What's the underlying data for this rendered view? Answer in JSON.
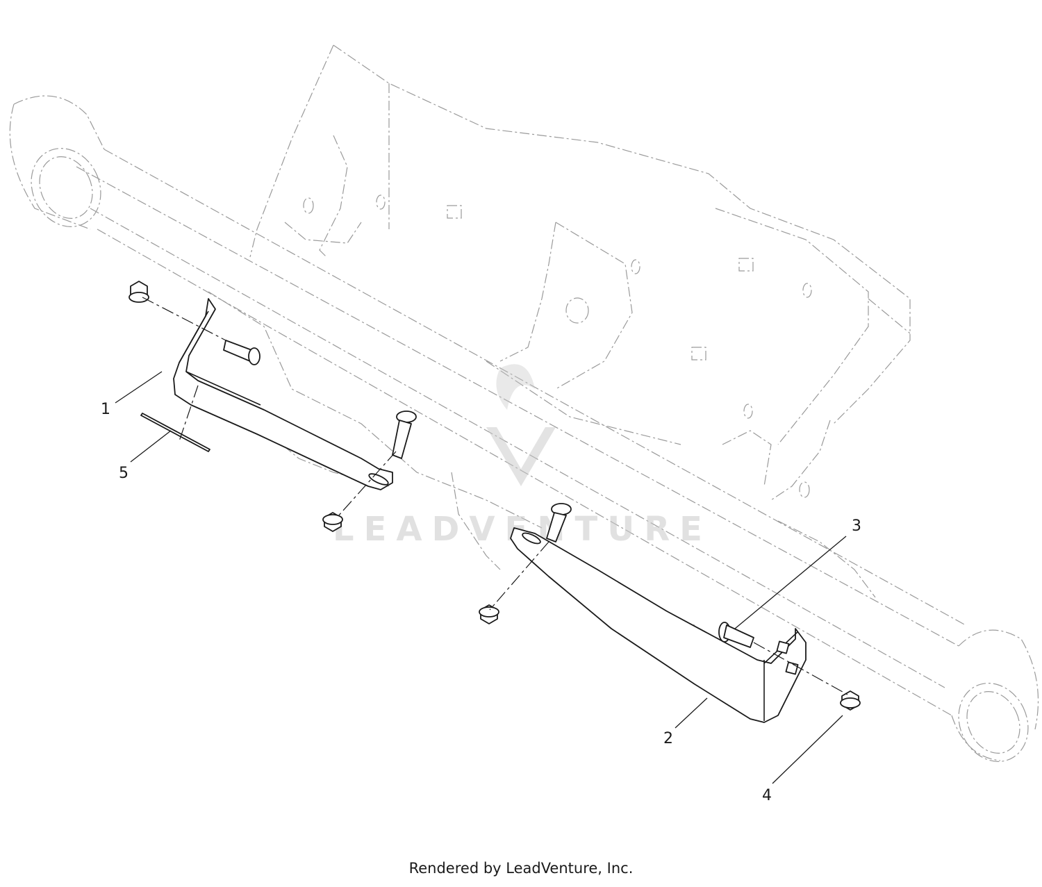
{
  "callouts": [
    {
      "label": "1"
    },
    {
      "label": "5"
    },
    {
      "label": "3"
    },
    {
      "label": "2"
    },
    {
      "label": "4"
    }
  ],
  "watermark": {
    "text": "LEADVENTURE"
  },
  "footer": {
    "credit": "Rendered by LeadVenture, Inc."
  },
  "colors": {
    "line": "#1a1a1a",
    "ghost_line": "#9a9a9a",
    "watermark": "#c8c8c8"
  }
}
